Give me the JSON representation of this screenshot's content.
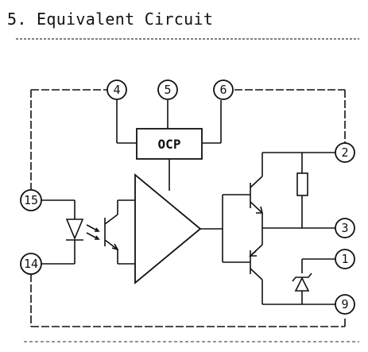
{
  "heading": "5. Equivalent Circuit",
  "ocp_label": "OCP",
  "pins": {
    "p4": "4",
    "p5": "5",
    "p6": "6",
    "p2": "2",
    "p3": "3",
    "p1": "1",
    "p9": "9",
    "p15": "15",
    "p14": "14"
  },
  "colors": {
    "ink": "#111111",
    "paper": "#ffffff"
  }
}
